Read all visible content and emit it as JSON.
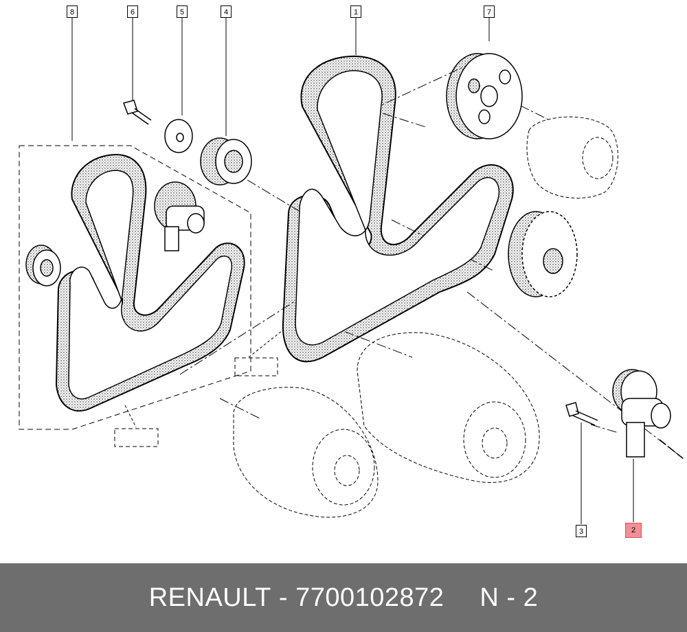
{
  "callouts": {
    "c1": "1",
    "c2": "2",
    "c3": "3",
    "c4": "4",
    "c5": "5",
    "c6": "6",
    "c7": "7",
    "c8": "8"
  },
  "colors": {
    "highlight_fill": "#f08f96",
    "highlight_border": "#e0505a",
    "footer_bg": "#6e6e6e",
    "footer_text": "#ffffff",
    "line": "#000000"
  },
  "footer": {
    "brand": "RENAULT",
    "sep": "-",
    "part_number": "7700102872",
    "ref_label": "N - 2"
  }
}
